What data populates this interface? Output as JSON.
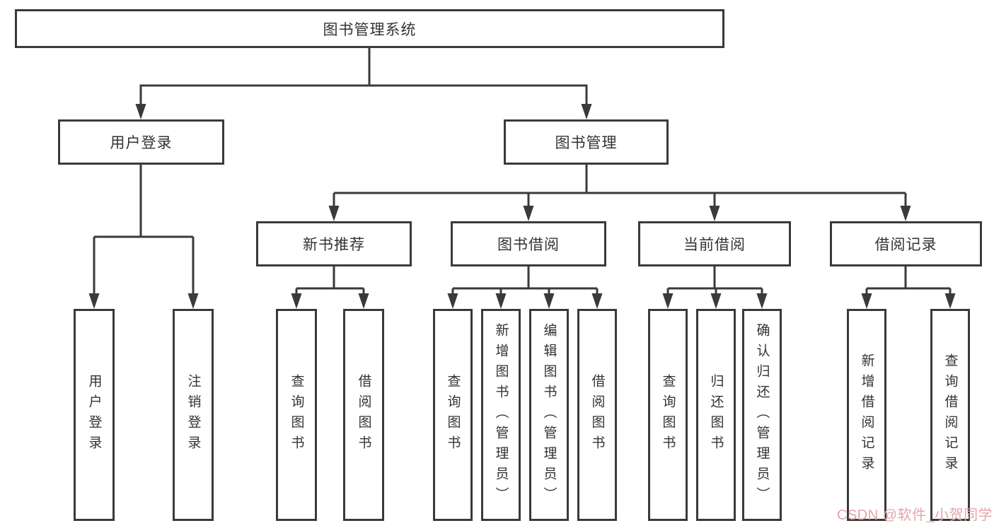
{
  "diagram": {
    "root": {
      "label": "图书管理系统",
      "children": [
        {
          "label": "用户登录",
          "children": [
            {
              "label": "用户登录"
            },
            {
              "label": "注销登录"
            }
          ]
        },
        {
          "label": "图书管理",
          "children": [
            {
              "label": "新书推荐",
              "children": [
                {
                  "label": "查询图书"
                },
                {
                  "label": "借阅图书"
                }
              ]
            },
            {
              "label": "图书借阅",
              "children": [
                {
                  "label": "查询图书"
                },
                {
                  "label": "新增图书（管理员）"
                },
                {
                  "label": "编辑图书（管理员）"
                },
                {
                  "label": "借阅图书"
                }
              ]
            },
            {
              "label": "当前借阅",
              "children": [
                {
                  "label": "查询图书"
                },
                {
                  "label": "归还图书"
                },
                {
                  "label": "确认归还（管理员）"
                }
              ]
            },
            {
              "label": "借阅记录",
              "children": [
                {
                  "label": "新增借阅记录"
                },
                {
                  "label": "查询借阅记录"
                }
              ]
            }
          ]
        }
      ]
    }
  },
  "watermark": {
    "text": "CSDN @软件_小贺同学"
  },
  "colors": {
    "line": "#3a3a3a",
    "text": "#333333",
    "watermark": "#e3a5ac",
    "background": "#ffffff"
  }
}
